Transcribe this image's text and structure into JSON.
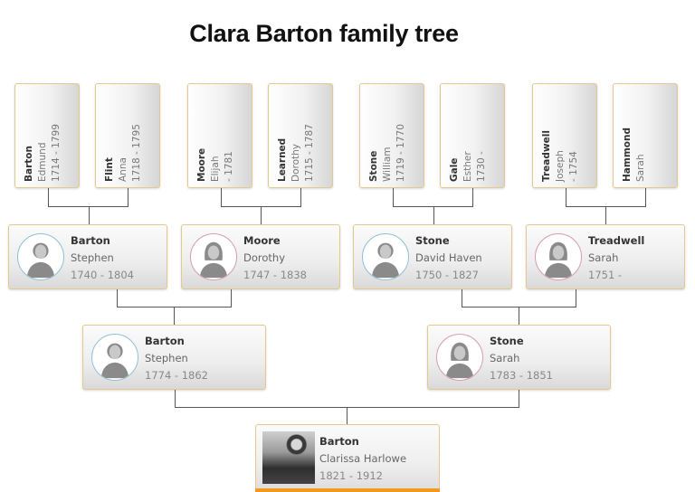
{
  "title": "Clara Barton family tree",
  "generation4": [
    {
      "surname": "Barton",
      "given": "Edmund",
      "dates": "1714 - 1799"
    },
    {
      "surname": "Flint",
      "given": "Anna",
      "dates": "1718 - 1795"
    },
    {
      "surname": "Moore",
      "given": "Elijah",
      "dates": "- 1781"
    },
    {
      "surname": "Learned",
      "given": "Dorothy",
      "dates": "1715 - 1787"
    },
    {
      "surname": "Stone",
      "given": "William",
      "dates": "1719 - 1770"
    },
    {
      "surname": "Gale",
      "given": "Esther",
      "dates": "1730 -"
    },
    {
      "surname": "Treadwell",
      "given": "Joseph",
      "dates": "- 1754"
    },
    {
      "surname": "Hammond",
      "given": "Sarah",
      "dates": ""
    }
  ],
  "generation3": [
    {
      "surname": "Barton",
      "given": "Stephen",
      "dates": "1740 - 1804",
      "gender": "male"
    },
    {
      "surname": "Moore",
      "given": "Dorothy",
      "dates": "1747 - 1838",
      "gender": "female"
    },
    {
      "surname": "Stone",
      "given": "David Haven",
      "dates": "1750 - 1827",
      "gender": "male"
    },
    {
      "surname": "Treadwell",
      "given": "Sarah",
      "dates": "1751 -",
      "gender": "female"
    }
  ],
  "generation2": [
    {
      "surname": "Barton",
      "given": "Stephen",
      "dates": "1774 - 1862",
      "gender": "male"
    },
    {
      "surname": "Stone",
      "given": "Sarah",
      "dates": "1783 - 1851",
      "gender": "female"
    }
  ],
  "root": {
    "surname": "Barton",
    "given": "Clarissa Harlowe",
    "dates": "1821 - 1912"
  },
  "colors": {
    "box_border": "#e3c98f",
    "root_accent": "#f39a1e",
    "male_ring": "#8fbfd6",
    "female_ring": "#d89ab3",
    "connector": "#555555"
  }
}
